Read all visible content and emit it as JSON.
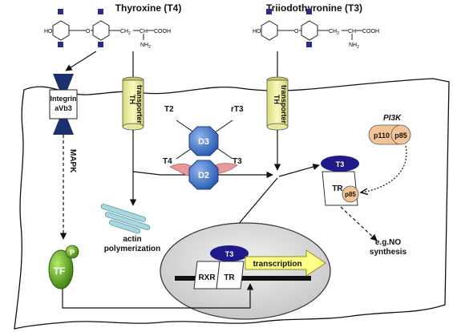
{
  "hormones": {
    "t4_title": "Thyroxine (T4)",
    "t3_title": "Triiodothyronine (T3)",
    "struct_ho": "HO",
    "struct_o": "O",
    "struct_cooh": "COOH",
    "struct_nh2": "NH",
    "struct_nh2_sub": "2",
    "struct_ch2": "CH",
    "struct_ch2_sub": "2",
    "struct_ch": "CH"
  },
  "integrin": {
    "line1": "Integrin",
    "line2": "aVb3"
  },
  "transporter": {
    "line1": "TH",
    "line2": "transporter"
  },
  "deiodinase": {
    "d3": "D3",
    "d2": "D2",
    "t2": "T2",
    "rt3": "rT3",
    "t4": "T4",
    "t3": "T3"
  },
  "pathways": {
    "mapk": "MAPK",
    "pi3k": "PI3K",
    "p110": "p110",
    "p85": "p85",
    "actin_line1": "actin",
    "actin_line2": "polymerization",
    "no_line1": "e.g.NO",
    "no_line2": "synthesis"
  },
  "receptor": {
    "t3": "T3",
    "tr": "TR",
    "p85": "p85"
  },
  "nucleus": {
    "t3": "T3",
    "rxr": "RXR",
    "tr": "TR",
    "transcription": "transcription"
  },
  "tf": {
    "label": "TF",
    "p": "P"
  },
  "colors": {
    "octagon": "#3a6fc4",
    "oval_navy": "#1f1a8a",
    "transporter": "#eeee99",
    "tf_green": "#5aa61a",
    "nucleus_fill": "#e2e2e2",
    "pi3k_orange": "#f3c596",
    "ribbon": "#e89a9a",
    "arrow_yellow": "#ffff88",
    "integrin_navy": "#1c2f6e"
  }
}
